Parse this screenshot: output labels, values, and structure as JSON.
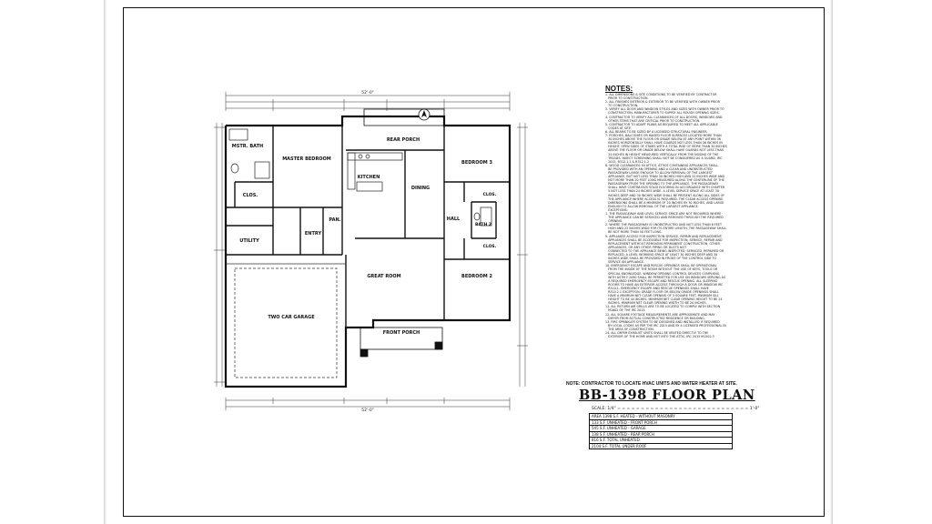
{
  "plan": {
    "rooms": {
      "master_bath": "MSTR. BATH",
      "master_bedroom": "MASTER BEDROOM",
      "master_closet": "CLOS.",
      "rear_porch": "REAR PORCH",
      "kitchen": "KITCHEN",
      "dining": "DINING",
      "bedroom3": "BEDROOM 3",
      "closet3": "CLOS.",
      "hall": "HALL",
      "bath2": "BATH 2",
      "closet2": "CLOS.",
      "bedroom2": "BEDROOM 2",
      "pan": "PAN.",
      "utility": "UTILITY",
      "entry": "ENTRY",
      "great_room": "GREAT ROOM",
      "garage": "TWO CAR GARAGE",
      "front_porch": "FRONT PORCH"
    },
    "overall_width_top": "52'-0\"",
    "overall_width_bottom": "52'-0\""
  },
  "notes": {
    "title": "NOTES:",
    "lines": [
      "1. ALL DIMENSIONS & SITE CONDITIONS TO BE VERIFIED BY CONTRACTOR",
      "   PRIOR TO CONSTRUCTION.",
      "2. ALL FINISHES INTERIOR & EXTERIOR TO BE VERIFIED WITH OWNER PRIOR",
      "   TO CONSTRUCTION.",
      "3. VERIFY ALL DOOR AND WINDOW STYLES AND SIZES WITH OWNER PRIOR TO",
      "   CONSTRUCTION. MANUFACTURER TO SUPPLY ALL ROUGH OPENING SIZES.",
      "4. CONTRACTOR TO VERIFY ALL CLEARANCES OF ALL DOORS, WINDOWS AND",
      "   OTHER ITEMS THAT ARE CRITICAL PRIOR TO CONSTRUCTION.",
      "5. CONTRACTOR TO ADAPT PLANS AS REQUIRED TO MEET ALL APPLICABLE",
      "   CODES AT SITE.",
      "6. ALL BEAMS TO BE SIZED BY A LICENSED STRUCTURAL ENGINEER.",
      "7. PORCHES, BALCONIES OR RAISED FLOOR SURFACES LOCATED MORE THAN",
      "   30 INCHES ABOVE THE FLOOR OR GRADE BELOW AT ANY POINT WITHIN 36",
      "   INCHES HORIZONTALLY SHALL HAVE GUARDS NOT LESS THAN 36 INCHES IN",
      "   HEIGHT. OPEN SIDES OF STAIRS WITH A TOTAL RISE OF MORE THAN 30 INCHES",
      "   ABOVE THE FLOOR OR GRADE BELOW SHALL HAVE GUARDS NOT LESS THAN",
      "   34 INCHES IN HEIGHT MEASURED VERTICALLY FROM THE NOSING OF THE",
      "   TREADS. INSECT SCREENING SHALL NOT BE CONSIDERED AS A GUARD. IRC",
      "   2015, R312.1.1 & R312.1.2",
      "8. WOOD CLEARANCES: IN ATTICS, ATTICS CONTAINING APPLIANCES SHALL",
      "   BE PROVIDED WITH AN OPENING AND A CLEAR AND UNOBSTRUCTED",
      "   PASSAGEWAY LARGE ENOUGH TO ALLOW REMOVAL OF THE LARGEST",
      "   APPLIANCE, BUT NOT LESS THAN 30 INCHES HIGH AND 22 INCHES WIDE AND",
      "   NOT MORE THAN 20 FEET LONG MEASURED ALONG THE CENTERLINE OF THE",
      "   PASSAGEWAY FROM THE OPENING TO THE APPLIANCE. THE PASSAGEWAY",
      "   SHALL HAVE CONTINUOUS SOLID FLOORING IN ACCORDANCE WITH CHAPTER",
      "   5 NOT LESS THAN 24 INCHES WIDE. A LEVEL SERVICE SPACE AT LEAST 30",
      "   INCHES DEEP AND 30 INCHES WIDE SHALL BE PRESENT ALONG ALL SIDES OF",
      "   THE APPLIANCE WHERE ACCESS IS REQUIRED. THE CLEAR ACCESS OPENING",
      "   DIMENSIONS SHALL BE A MINIMUM OF 20 INCHES BY 30 INCHES, AND LARGE",
      "   ENOUGH TO ALLOW REMOVAL OF THE LARGEST APPLIANCE.",
      "   EXCEPTIONS:",
      "1. THE PASSAGEWAY AND LEVEL SERVICE SPACE ARE NOT REQUIRED WHERE",
      "   THE APPLIANCE CAN BE SERVICED AND REMOVED THROUGH THE REQUIRED",
      "   OPENING.",
      "2. WHERE THE PASSAGEWAY IS UNOBSTRUCTED AND NOT LESS THAN 6 FEET",
      "   HIGH AND 22 INCHES WIDE FOR ITS ENTIRE LENGTH, THE PASSAGEWAY SHALL",
      "   BE NOT MORE THAN 50 FEET LONG.",
      "9. APPLIANCE ACCESS FOR INSPECTION SERVICE, REPAIR AND REPLACEMENT.",
      "   APPLIANCES SHALL BE ACCESSIBLE FOR INSPECTION, SERVICE, REPAIR AND",
      "   REPLACEMENT WITHOUT REMOVING PERMANENT CONSTRUCTION, OTHER",
      "   APPLIANCES, OR ANY OTHER PIPING OR DUCTS NOT",
      "   CONNECTED TO THE APPLIANCE BEING INSPECTED, SERVICED, REPAIRED OR",
      "   REPLACED. A LEVEL WORKING SPACE AT LEAST 30 INCHES DEEP AND 30",
      "   INCHES WIDE SHALL BE PROVIDED IN FRONT OF THE CONTROL SIDE TO",
      "   SERVICE AN APPLIANCE.",
      "10. EMERGENCY ESCAPE AND RESCUE OPENINGS SHALL BE OPERATIONAL",
      "   FROM THE INSIDE OF THE ROOM WITHOUT THE USE OF KEYS, TOOLS OR",
      "   SPECIAL KNOWLEDGE. WINDOW OPENING CONTROL DEVICES COMPLYING",
      "   WITH ASTM F 2090 SHALL BE PERMITTED FOR USE ON WINDOWS SERVING AS",
      "   A REQUIRED EMERGENCY ESCAPE AND RESCUE OPENING. ALL SLEEPING",
      "   ROOMS TO HAVE AN EXTERIOR ACCESS THROUGH A DOOR OR WINDOW IRC",
      "   R310.1. EMERGENCY ESCAPE AND RESCUE OPENINGS SHALL HAVE",
      "   R310.2.1 EXCEPTION: GRADE FLOOR OR BELOW GRADE OPENINGS SHALL",
      "   HAVE A MINIMUM NET CLEAR OPENING OF 5 SQUARE FEET. MINIMUM SILL",
      "   HEIGHT TO BE 44 INCHES. MINIMUM NET CLEAR OPENING HEIGHT TO BE 24",
      "   INCHES. MINIMUM NET CLEAR OPENING WIDTH TO BE 20 INCHES.",
      "11. ALL RETURN AIR GRILLS ARE TO BE LOCATED TO COMPLY WITH SECTION",
      "   M1602 OF THE IRC 2015.",
      "12. ALL SQUARE FOOTAGE MEASUREMENTS ARE APPROXIMATE AND MAY",
      "   DIFFER FROM ACTUAL CONSTRUCTED RESIDENCE OR BUILDING.",
      "13. FIRE SPRINKLER SYSTEM TO BE DESIGNED AND INSTALLED IF REQUIRED",
      "   BY LOCAL CODES AS PER THE IRC 2015 AND BY A LICENSED PROFESSIONAL IN",
      "   THE AREA OF CONSTRUCTION.",
      "14. ALL DRYER EXHAUST UNITS SHALL BE VENTED DIRECTLY TO THE",
      "   EXTERIOR OF THE HOME AND NOT INTO THE ATTIC. IRC 2015 M1502.3"
    ]
  },
  "hvac_note": "NOTE: CONTRACTOR TO LOCATE HVAC UNITS AND WATER HEATER AT SITE.",
  "title": "BB-1398 FLOOR PLAN",
  "scale": {
    "label": "SCALE: 1/4\"",
    "value": "1'-0\""
  },
  "area_table": [
    {
      "prefix": "AREA",
      "value": "1398",
      "desc": "S.F. HEATED - WITHOUT MASONRY"
    },
    {
      "prefix": "",
      "value": "133",
      "desc": "S.F. UNHEATED - FRONT PORCH"
    },
    {
      "prefix": "",
      "value": "545",
      "desc": "S.F. UNHEATED - GARAGE"
    },
    {
      "prefix": "",
      "value": "138",
      "desc": "S.F. UNHEATED - REAR PORCH"
    },
    {
      "prefix": "",
      "value": "816",
      "desc": "S.F. TOTAL UNHEATED"
    },
    {
      "prefix": "",
      "value": "2104",
      "desc": "S.F. TOTAL UNDER ROOF"
    }
  ]
}
